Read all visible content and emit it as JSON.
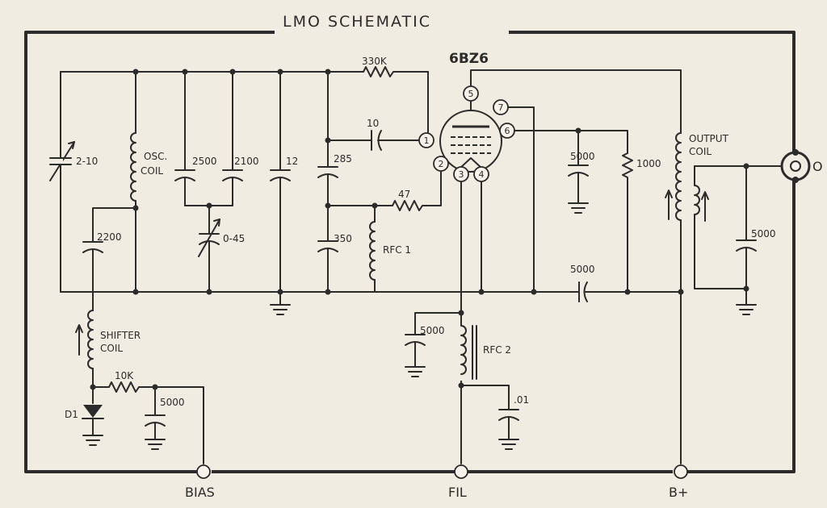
{
  "title": "LMO SCHEMATIC",
  "tube": {
    "type": "6BZ6",
    "pins": [
      "5",
      "7",
      "1",
      "6",
      "2",
      "3",
      "4"
    ]
  },
  "components": {
    "r_330k": "330K",
    "c_10": "10",
    "c_2_10": "2-10",
    "osc_coil_1": "OSC.",
    "osc_coil_2": "COIL",
    "c_2500": "2500",
    "c_2100": "2100",
    "c_12": "12",
    "c_285": "285",
    "r_47": "47",
    "c_0_45": "0-45",
    "c_2200": "2200",
    "c_350": "350",
    "rfc1": "RFC 1",
    "c_5000_plate": "5000",
    "r_1000": "1000",
    "output_coil_1": "OUTPUT",
    "output_coil_2": "COIL",
    "c_5000_out": "5000",
    "c_5000_b": "5000",
    "shifter_coil_1": "SHIFTER",
    "shifter_coil_2": "COIL",
    "r_10k": "10K",
    "c_5000_bias": "5000",
    "d1": "D1",
    "c_5000_fil": "5000",
    "rfc2": "RFC 2",
    "c_01": ".01"
  },
  "terminals": {
    "bias": "BIAS",
    "fil": "FIL",
    "bplus": "B+",
    "output": "O"
  }
}
